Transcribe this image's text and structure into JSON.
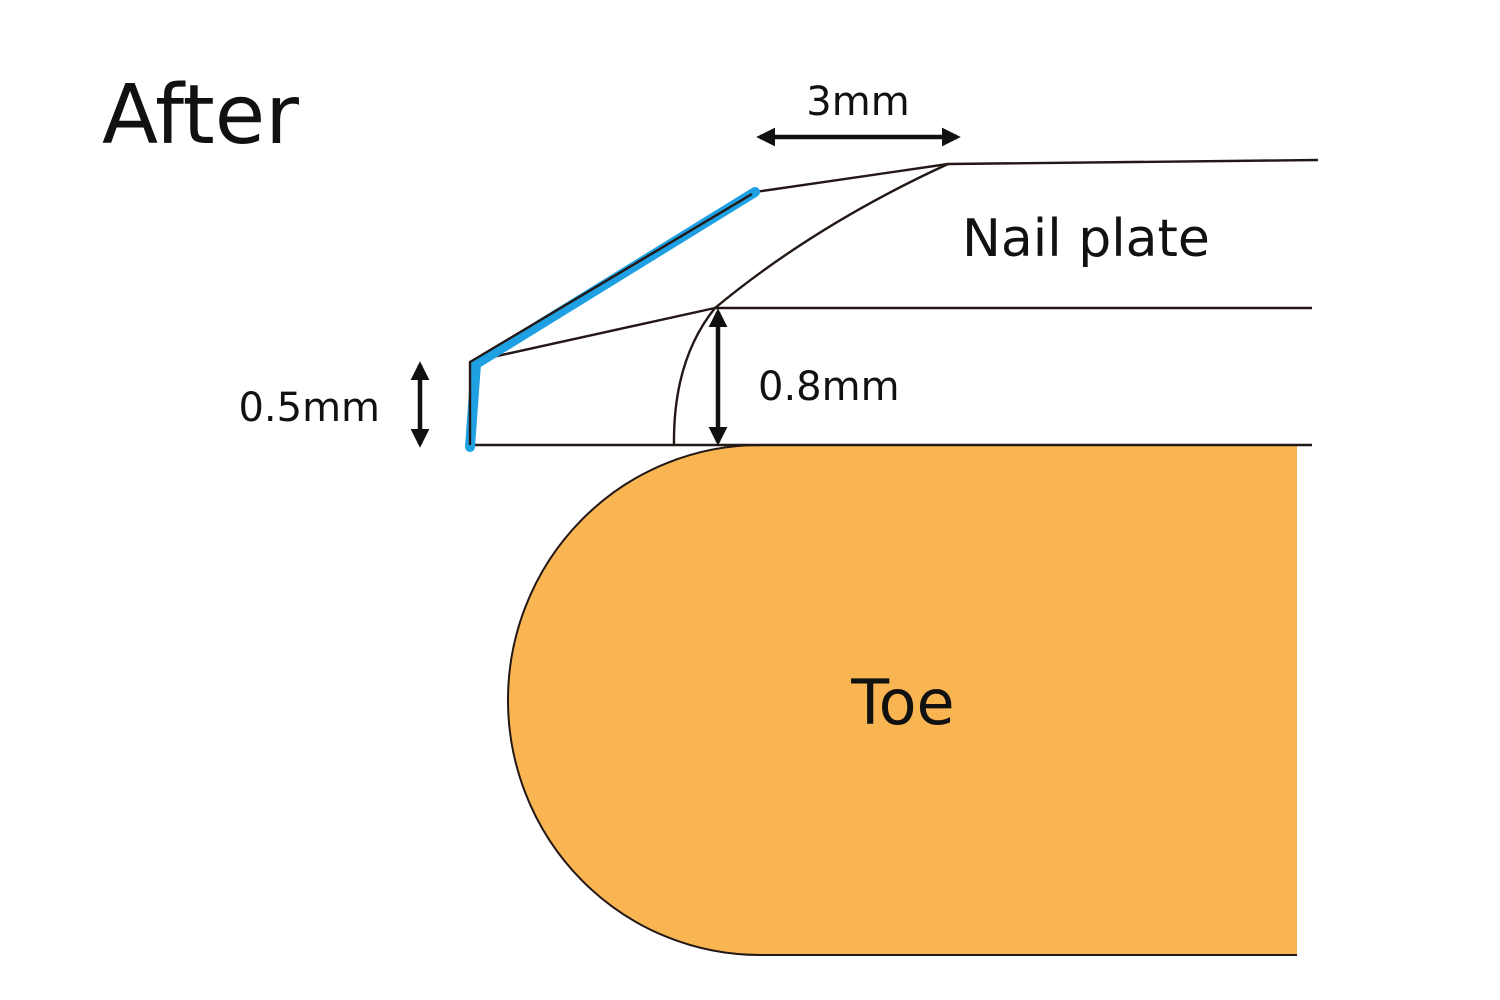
{
  "title": "After",
  "labels": {
    "nail_plate": "Nail plate",
    "toe": "Toe"
  },
  "dimensions": {
    "length_top": "3mm",
    "thickness_edge": "0.5mm",
    "thickness_nail": "0.8mm"
  },
  "colors": {
    "toe_fill": "#F8B552",
    "outline": "#231815",
    "cut_highlight": "#1FA0E2",
    "arrow": "#111111",
    "background": "#FFFFFF"
  }
}
